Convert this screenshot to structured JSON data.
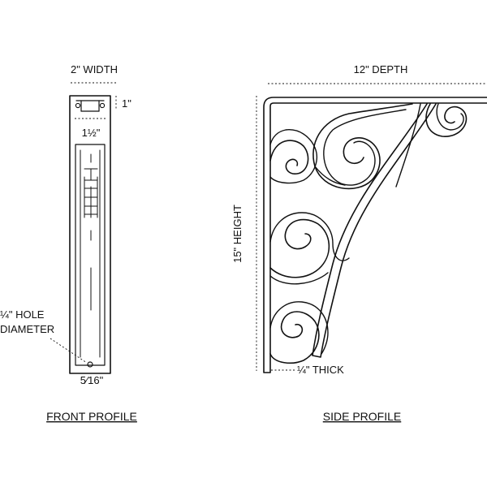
{
  "front": {
    "width_label": "2\" WIDTH",
    "top_label": "1\"",
    "inner_label": "1½\"",
    "hole_label_line1": "¼\" HOLE",
    "hole_label_line2": "DIAMETER",
    "bottom_label": "5⁄16\"",
    "caption": "FRONT PROFILE"
  },
  "side": {
    "depth_label": "12\" DEPTH",
    "height_label": "15\" HEIGHT",
    "thick_label": "¼\" THICK",
    "caption": "SIDE PROFILE"
  },
  "colors": {
    "ink": "#111111",
    "background": "#ffffff"
  }
}
